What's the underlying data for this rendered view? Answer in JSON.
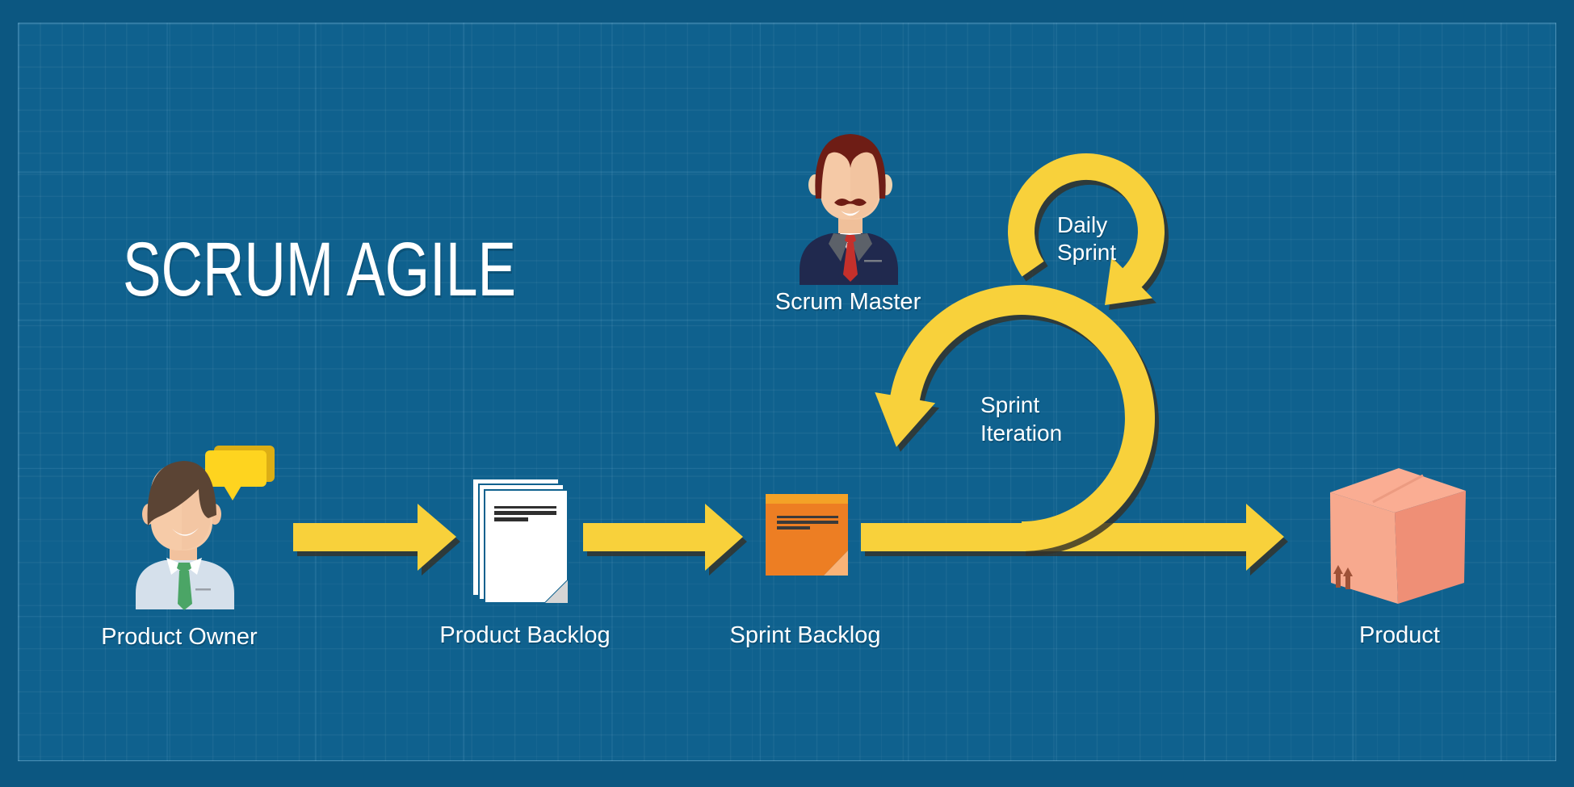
{
  "title": "SCRUM AGILE",
  "palette": {
    "background": "#0C5781",
    "panel": "#0F618E",
    "grid_line": "#2E7199",
    "accent_yellow": "#F8D13B",
    "shadow": "#343228",
    "sticky_orange": "#ED7E23",
    "sticky_band_orange": "#F4A227",
    "package_salmon": "#F7A98E",
    "text": "#FFFFFF"
  },
  "flow": {
    "product_owner": {
      "label": "Product Owner"
    },
    "product_backlog": {
      "label": "Product Backlog"
    },
    "sprint_backlog": {
      "label": "Sprint Backlog"
    },
    "product": {
      "label": "Product"
    }
  },
  "actors": {
    "scrum_master": {
      "label": "Scrum Master"
    }
  },
  "loops": {
    "daily_sprint": {
      "line1": "Daily",
      "line2": "Sprint"
    },
    "sprint_iteration": {
      "line1": "Sprint",
      "line2": "Iteration"
    }
  },
  "icons": [
    "product-owner-avatar-icon",
    "speech-bubbles-icon",
    "flow-arrow-icon",
    "document-stack-icon",
    "sticky-note-icon",
    "sprint-iteration-loop-icon",
    "daily-sprint-loop-icon",
    "scrum-master-avatar-icon",
    "package-box-icon"
  ]
}
